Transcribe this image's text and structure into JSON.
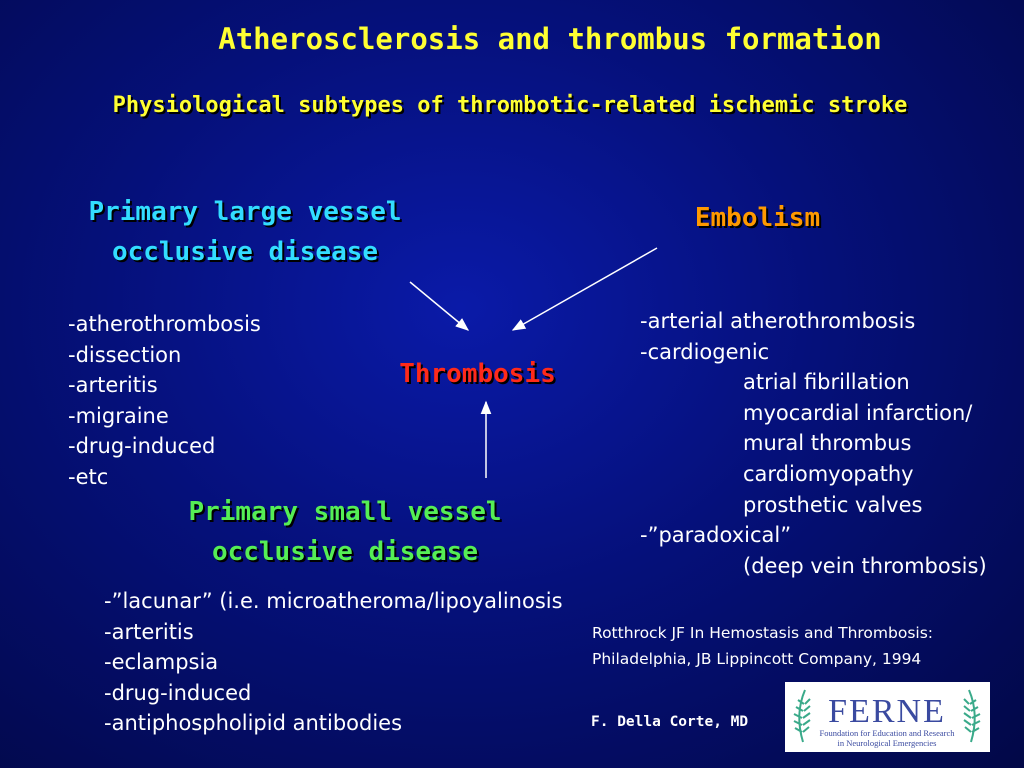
{
  "slide": {
    "title": "Atherosclerosis and thrombus formation",
    "subtitle": "Physiological subtypes of thrombotic-related ischemic stroke"
  },
  "nodes": {
    "large_vessel": {
      "line1": "Primary large vessel",
      "line2": "occlusive disease"
    },
    "small_vessel": {
      "line1": "Primary small vessel",
      "line2": "occlusive disease"
    },
    "embolism": "Embolism",
    "thrombosis": "Thrombosis"
  },
  "large_vessel_causes": [
    "-atherothrombosis",
    "-dissection",
    "-arteritis",
    "-migraine",
    "-drug-induced",
    "-etc"
  ],
  "small_vessel_causes": [
    "-”lacunar” (i.e. microatheroma/lipoyalinosis",
    "-arteritis",
    "-eclampsia",
    "-drug-induced",
    "-antiphospholipid antibodies"
  ],
  "embolism_causes": {
    "item1": "-arterial atherothrombosis",
    "item2": "-cardiogenic",
    "cardiogenic_sub": [
      "atrial fibrillation",
      "myocardial infarction/",
      "mural thrombus",
      "cardiomyopathy",
      "prosthetic valves"
    ],
    "item3": "-”paradoxical”",
    "paradoxical_sub": "(deep vein thrombosis)"
  },
  "reference": {
    "line1": "Rotthrock JF In Hemostasis and Thrombosis:",
    "line2": "Philadelphia, JB Lippincott Company, 1994"
  },
  "author": "F. Della Corte, MD",
  "logo": {
    "name": "FERNE",
    "tagline1": "Foundation for Education and Research",
    "tagline2": "in Neurological Emergencies"
  },
  "colors": {
    "title": "#ffff33",
    "large_vessel": "#33ddff",
    "small_vessel": "#55ee55",
    "embolism": "#ff9900",
    "thrombosis": "#ff2a1a",
    "logo_text": "#3a4aa0",
    "logo_leaf": "#3aaa8a"
  }
}
